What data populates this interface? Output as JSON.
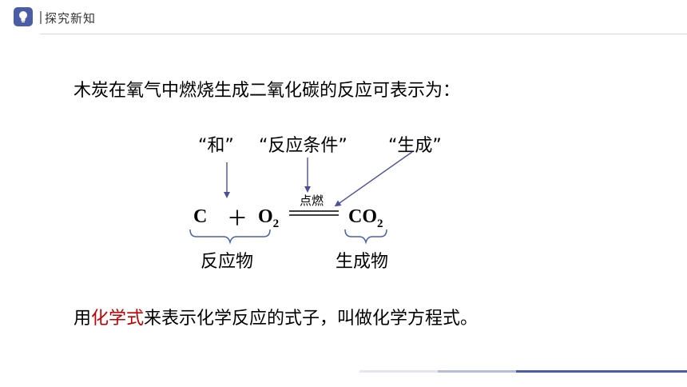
{
  "header": {
    "icon": "lightbulb-icon",
    "title": "探究新知",
    "accent": "#4b5ca8"
  },
  "intro": "木炭在氧气中燃烧生成二氧化碳的反应可表示为：",
  "labels": {
    "and": "“和”",
    "condition": "“反应条件”",
    "produce": "“生成”"
  },
  "equation": {
    "reactant1": "C",
    "plus": "＋",
    "reactant2": "O",
    "reactant2_sub": "2",
    "condition": "点燃",
    "product": "CO",
    "product_sub": "2"
  },
  "groups": {
    "reactants": "反应物",
    "products": "生成物"
  },
  "definition": {
    "before": "用",
    "highlight": "化学式",
    "after": "来表示化学反应的式子，叫做化学方程式。",
    "highlight_color": "#c00000"
  },
  "colors": {
    "arrow": "#4b4f9c",
    "brace": "#4a5fb0"
  }
}
